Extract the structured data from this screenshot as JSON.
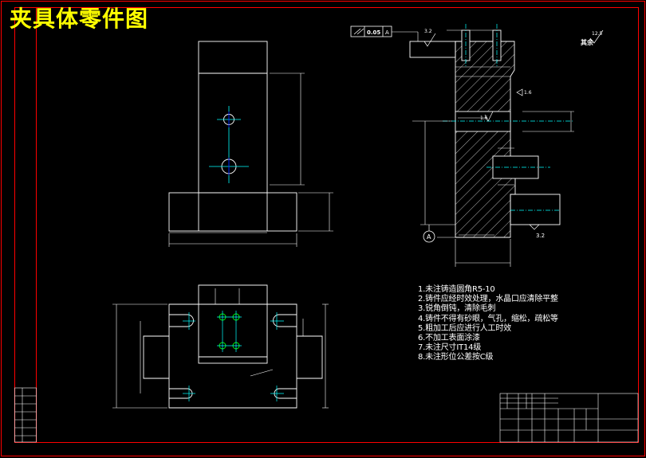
{
  "title": "夹具体零件图",
  "notes": [
    "1.未注铸造圆角R5-10",
    "2.铸件应经时效处理，水晶口应清除平整",
    "3.锐角倒钝，清除毛刺",
    "4.铸件不得有砂眼，气孔，缩松，疏松等",
    "5.粗加工后应进行人工时效",
    "6.不加工表面涂漆",
    "7.未注尺寸IT14级",
    "8.未注形位公差按C级"
  ],
  "annotations": {
    "tolerance_value": "0.05",
    "tolerance_datum": "A",
    "surface_top": "3.2",
    "surface_corner": "12.5",
    "surface_right": "1.6",
    "surface_mid": "1.6",
    "surface_bottom": "3.2",
    "datum_label": "A",
    "other_label": "其余"
  },
  "colors": {
    "background": "#000000",
    "border": "#ff0000",
    "lines": "#ffffff",
    "title": "#ffff00",
    "centerline": "#00ffff",
    "hole": "#00ff00",
    "hatch": "#ffffff"
  }
}
